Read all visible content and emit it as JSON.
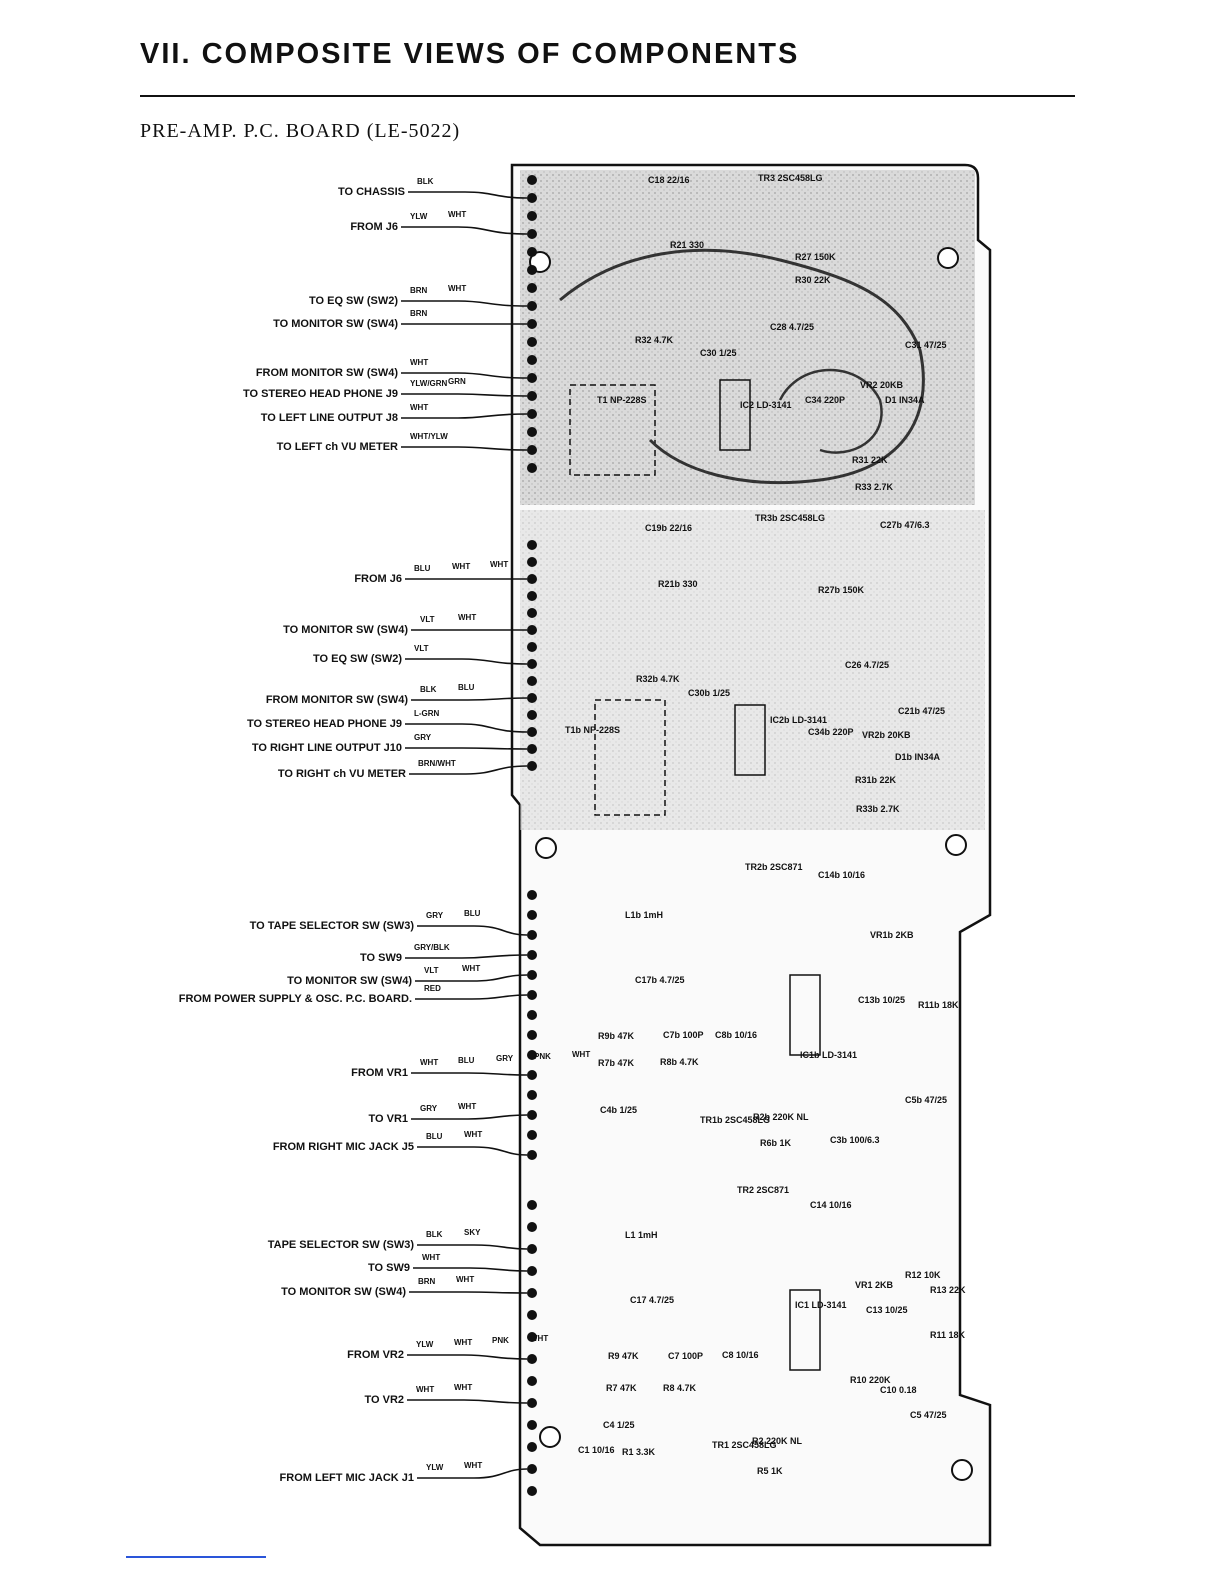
{
  "page": {
    "heading": "VII. COMPOSITE VIEWS OF COMPONENTS",
    "subtitle": "PRE-AMP. P.C. BOARD (LE-5022)"
  },
  "connections": [
    {
      "label": "TO CHASSIS",
      "codes": [
        "BLK"
      ]
    },
    {
      "label": "FROM J6",
      "codes": [
        "YLW",
        "WHT"
      ]
    },
    {
      "label": "TO EQ SW (SW2)",
      "codes": [
        "BRN",
        "WHT"
      ]
    },
    {
      "label": "TO MONITOR SW (SW4)",
      "codes": [
        "BRN"
      ]
    },
    {
      "label": "FROM MONITOR SW (SW4)",
      "codes": [
        "WHT"
      ]
    },
    {
      "label": "TO STEREO HEAD PHONE J9",
      "codes": [
        "YLW/GRN",
        "GRN"
      ]
    },
    {
      "label": "TO LEFT LINE OUTPUT J8",
      "codes": [
        "WHT"
      ]
    },
    {
      "label": "TO LEFT ch VU METER",
      "codes": [
        "WHT/YLW"
      ]
    },
    {
      "label": "FROM J6",
      "codes": [
        "BLU",
        "WHT",
        "WHT"
      ]
    },
    {
      "label": "TO MONITOR SW (SW4)",
      "codes": [
        "VLT",
        "WHT"
      ]
    },
    {
      "label": "TO EQ SW (SW2)",
      "codes": [
        "VLT"
      ]
    },
    {
      "label": "FROM MONITOR SW (SW4)",
      "codes": [
        "BLK",
        "BLU"
      ]
    },
    {
      "label": "TO STEREO HEAD PHONE J9",
      "codes": [
        "L-GRN"
      ]
    },
    {
      "label": "TO RIGHT LINE OUTPUT J10",
      "codes": [
        "GRY"
      ]
    },
    {
      "label": "TO RIGHT ch VU METER",
      "codes": [
        "BRN/WHT"
      ]
    },
    {
      "label": "TO TAPE SELECTOR SW (SW3)",
      "codes": [
        "GRY",
        "BLU"
      ]
    },
    {
      "label": "TO SW9",
      "codes": [
        "GRY/BLK"
      ]
    },
    {
      "label": "TO MONITOR SW (SW4)",
      "codes": [
        "VLT",
        "WHT"
      ]
    },
    {
      "label": "FROM POWER SUPPLY & OSC. P.C. BOARD.",
      "codes": [
        "RED"
      ]
    },
    {
      "label": "FROM VR1",
      "codes": [
        "WHT",
        "BLU",
        "GRY",
        "PNK",
        "WHT"
      ]
    },
    {
      "label": "TO VR1",
      "codes": [
        "GRY",
        "WHT"
      ]
    },
    {
      "label": "FROM RIGHT MIC JACK J5",
      "codes": [
        "BLU",
        "WHT"
      ]
    },
    {
      "label": "TAPE SELECTOR SW (SW3)",
      "codes": [
        "BLK",
        "SKY"
      ]
    },
    {
      "label": "TO SW9",
      "codes": [
        "WHT"
      ]
    },
    {
      "label": "TO MONITOR SW (SW4)",
      "codes": [
        "BRN",
        "WHT"
      ]
    },
    {
      "label": "FROM VR2",
      "codes": [
        "YLW",
        "WHT",
        "PNK",
        "WHT"
      ]
    },
    {
      "label": "TO VR2",
      "codes": [
        "WHT",
        "WHT"
      ]
    },
    {
      "label": "FROM LEFT MIC JACK J1",
      "codes": [
        "YLW",
        "WHT"
      ]
    }
  ],
  "components": [
    "TR3 2SC458LG",
    "C18 22/16",
    "R21 330",
    "R27 150K",
    "R30 22K",
    "R32 4.7K",
    "C28 4.7/25",
    "C30 1/25",
    "C34 220P",
    "VR2 20KB",
    "D1 IN34A",
    "R31 22K",
    "R33 2.7K",
    "C31 47/25",
    "IC2 LD-3141",
    "T1 NP-228S",
    "TR3b 2SC458LG",
    "C19b 22/16",
    "R21b 330",
    "R27b 150K",
    "C27b 47/6.3",
    "C26 4.7/25",
    "R32b 4.7K",
    "C30b 1/25",
    "C34b 220P",
    "VR2b 20KB",
    "D1b IN34A",
    "R31b 22K",
    "R33b 2.7K",
    "C21b 47/25",
    "IC2b LD-3141",
    "T1b NP-228S",
    "TR2b 2SC871",
    "C14b 10/16",
    "L1b 1mH",
    "R9b 47K",
    "R7b 47K",
    "C7b 100P",
    "C8b 10/16",
    "R8b 4.7K",
    "C4b 1/25",
    "C17b 4.7/25",
    "VR1b 2KB",
    "C13b 10/25",
    "R11b 18K",
    "C5b 47/25",
    "IC1b LD-3141",
    "TR1b 2SC458LG",
    "R6b 1K",
    "R2b 220K NL",
    "C3b 100/6.3",
    "TR2 2SC871",
    "C14 10/16",
    "L1 1mH",
    "C17 4.7/25",
    "R9 47K",
    "C7 100P",
    "C8 10/16",
    "R7 47K",
    "R8 4.7K",
    "C4 1/25",
    "R1 3.3K",
    "C1 10/16",
    "R2 220K NL",
    "R5 1K",
    "VR1 2KB",
    "R12 10K",
    "R13 22K",
    "C13 10/25",
    "R11 18K",
    "C5 47/25",
    "R10 220K",
    "C10 0.18",
    "IC1 LD-3141",
    "TR1 2SC458LG"
  ]
}
